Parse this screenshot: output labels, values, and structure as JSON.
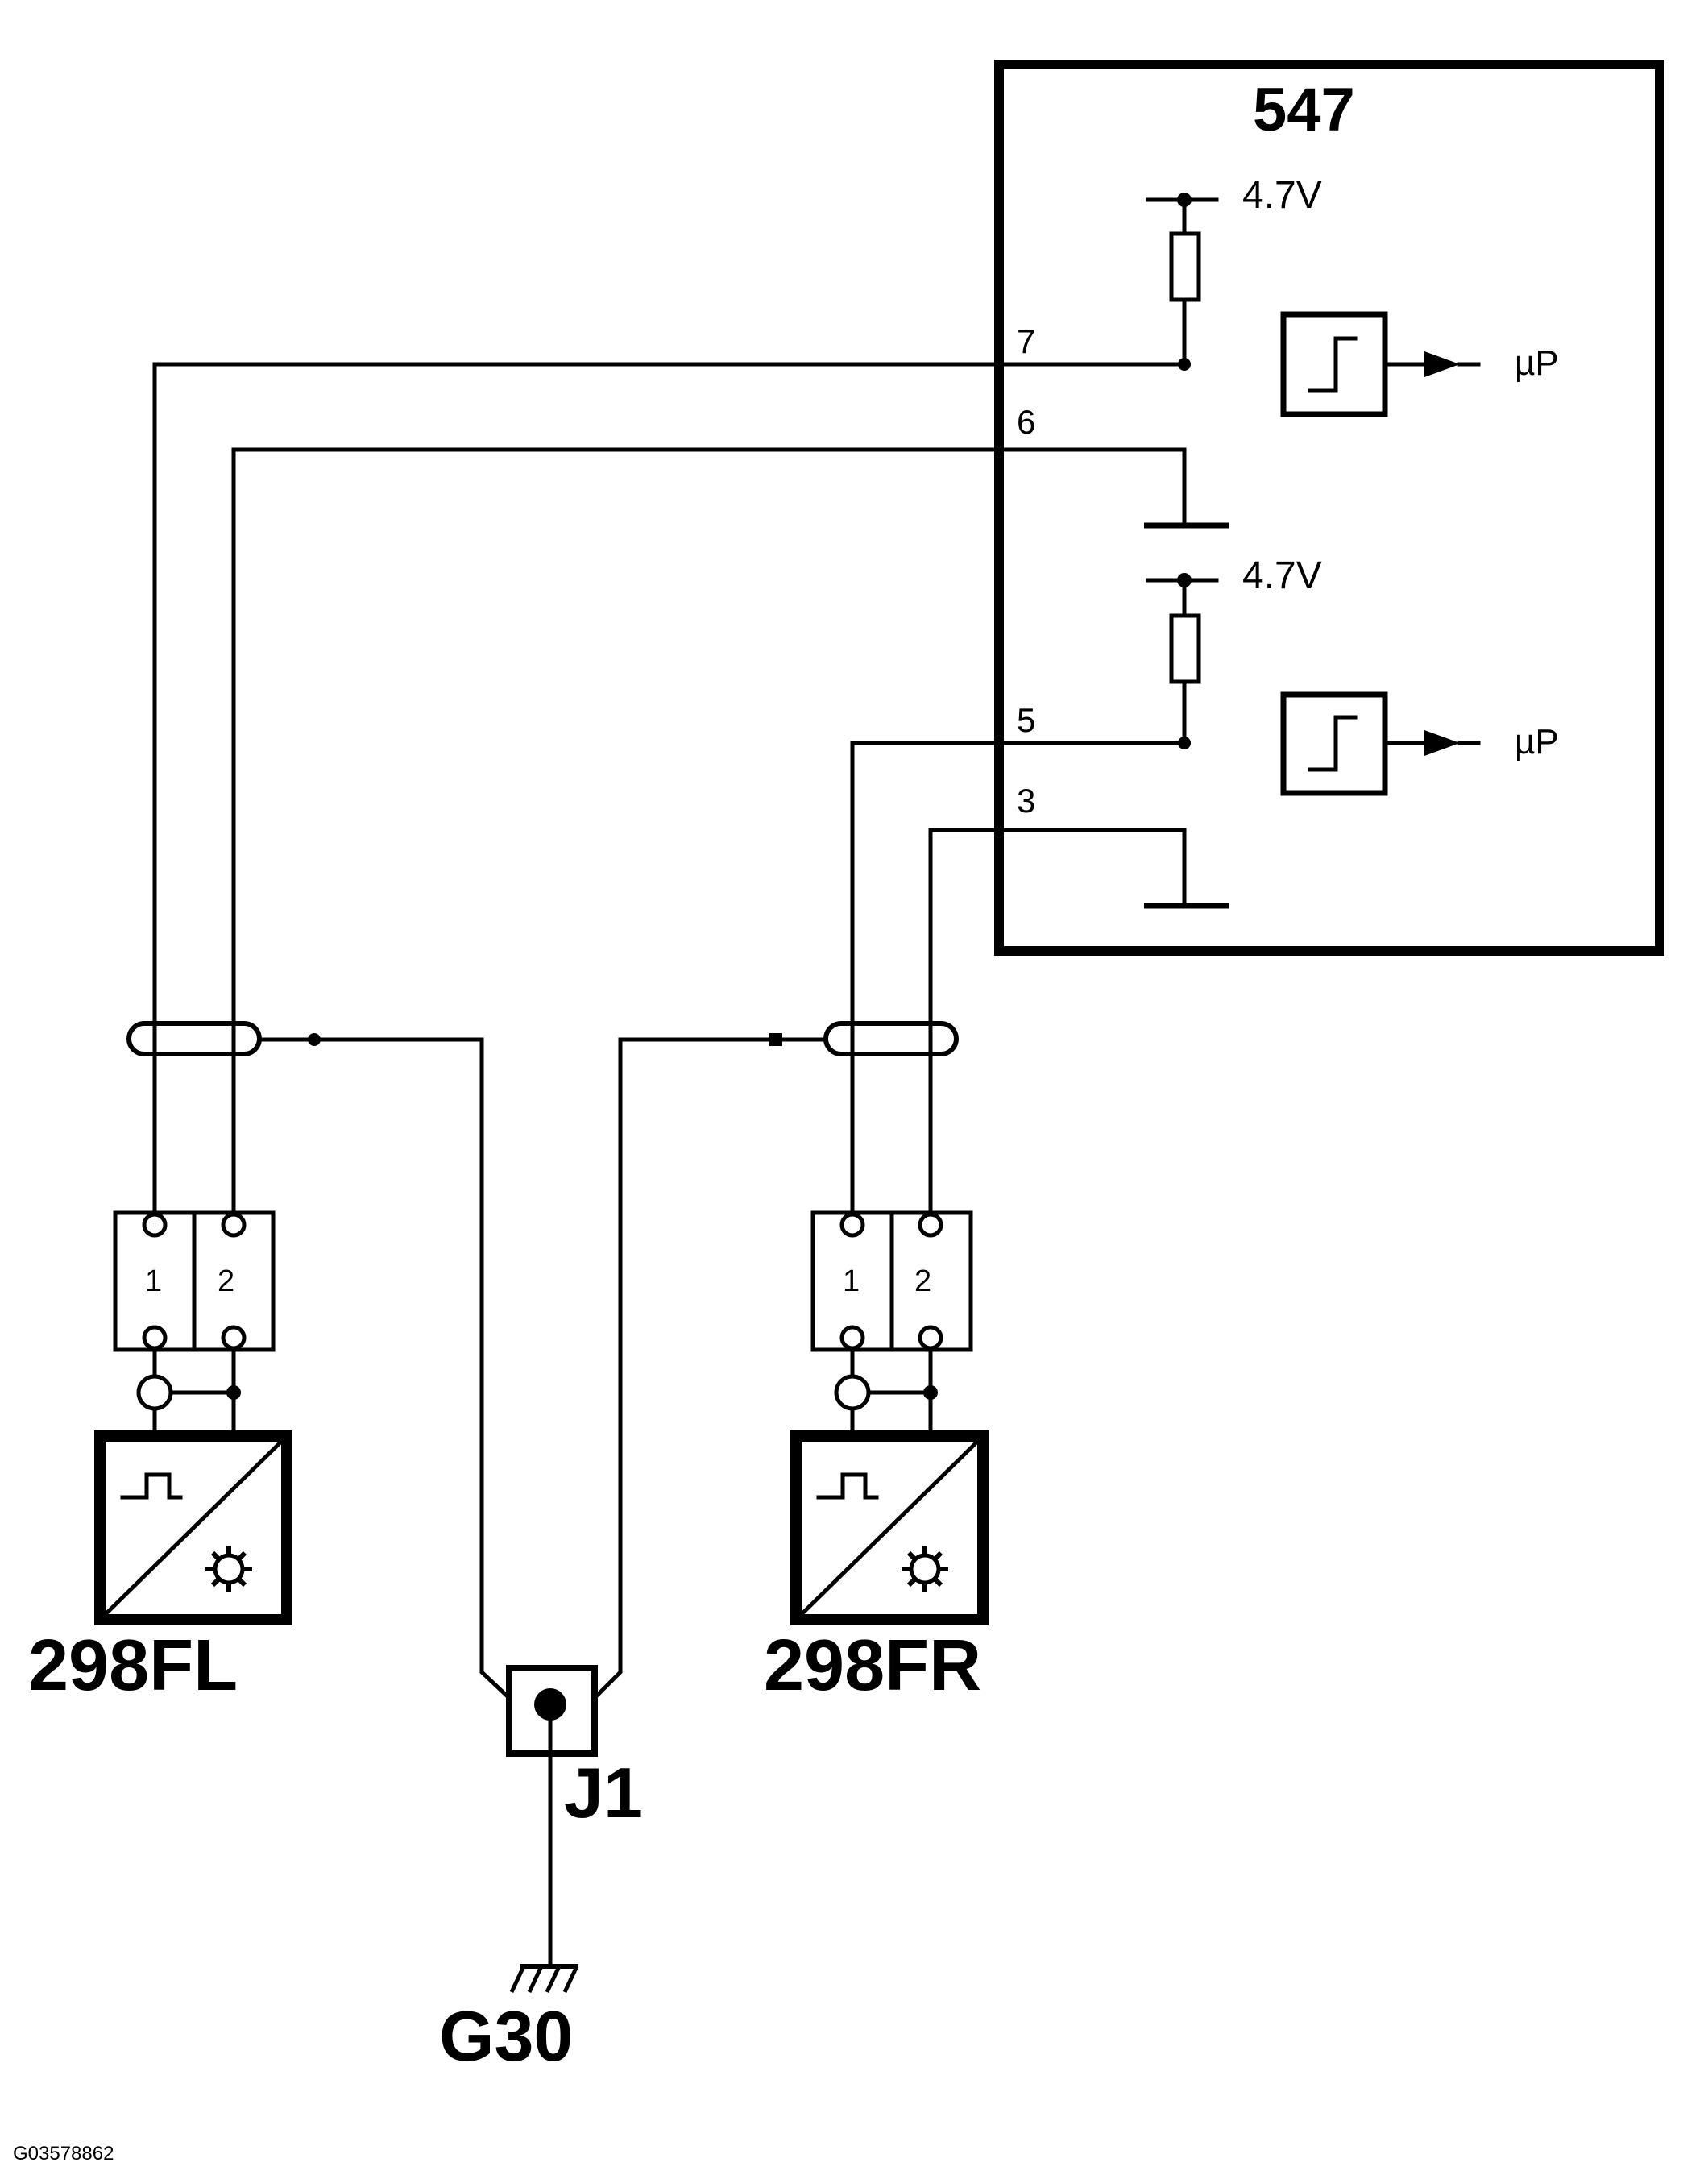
{
  "module": {
    "id": "547",
    "pins": {
      "p7": "7",
      "p6": "6",
      "p5": "5",
      "p3": "3"
    },
    "supply_upper": "4.7V",
    "supply_lower": "4.7V",
    "output_upper": "µP",
    "output_lower": "µP"
  },
  "sensors": {
    "left": {
      "label": "298FL",
      "pin1": "1",
      "pin2": "2"
    },
    "right": {
      "label": "298FR",
      "pin1": "1",
      "pin2": "2"
    }
  },
  "junction": {
    "label": "J1"
  },
  "ground": {
    "label": "G30"
  },
  "figure_id": "G03578862"
}
